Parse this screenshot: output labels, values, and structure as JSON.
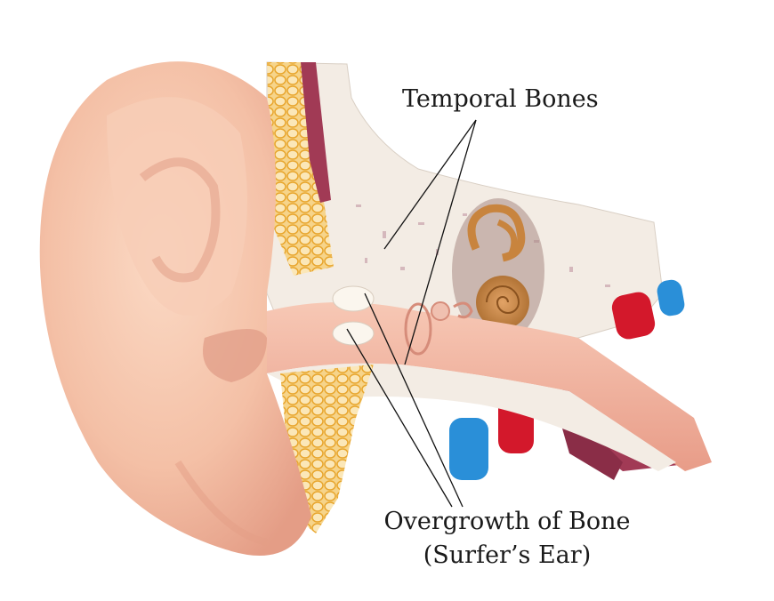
{
  "diagram": {
    "type": "anatomical-illustration",
    "subject": "Cross-section of the human ear",
    "labels": [
      {
        "id": "temporal",
        "text": "Temporal Bones",
        "pointer_targets": [
          "bone-upper-region",
          "bone-lower-region"
        ]
      },
      {
        "id": "overgrowth",
        "line1": "Overgrowth of Bone",
        "line2": "(Surfer’s Ear)",
        "pointer_targets": [
          "exostosis-upper",
          "exostosis-lower"
        ]
      }
    ],
    "colors": {
      "skin": "#f4c2a8",
      "skin_shadow": "#e4a088",
      "bone": "#f3ece4",
      "canal": "#f2b7a3",
      "cochlea": "#c8843e",
      "artery": "#d3182b",
      "vein": "#2a8fd8",
      "muscle": "#a13a55",
      "fat": "#f0b440",
      "leader_line": "#111111"
    }
  }
}
